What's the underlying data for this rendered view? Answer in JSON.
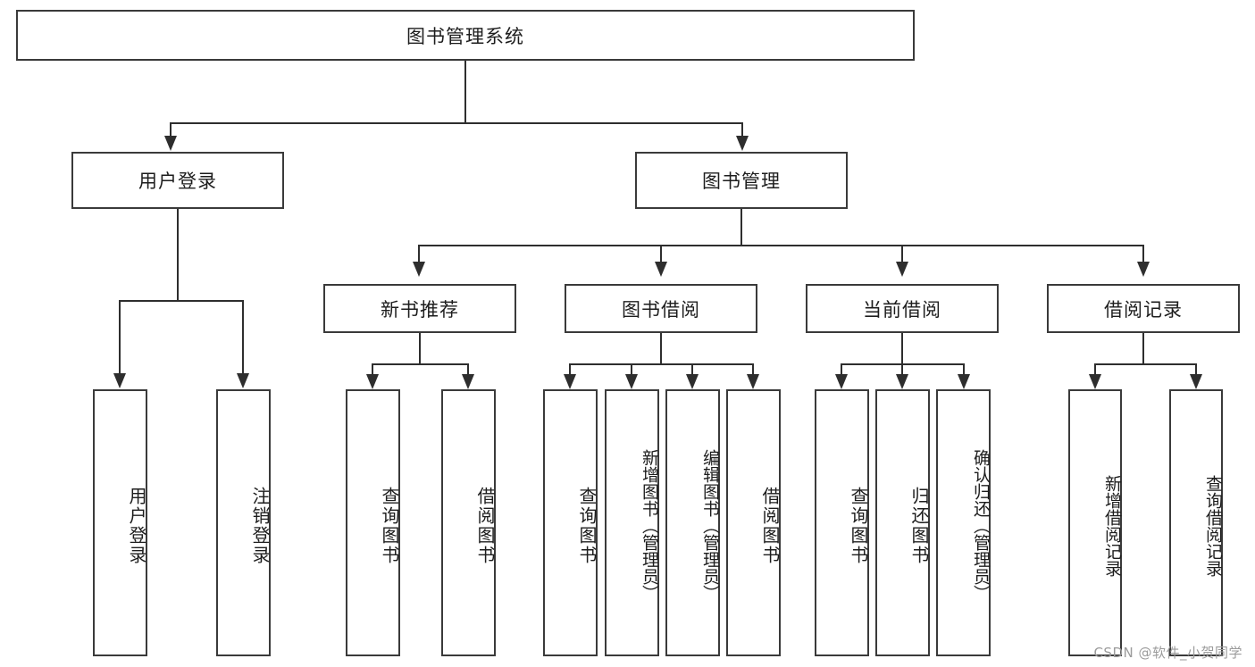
{
  "diagram": {
    "title": "图书管理系统",
    "type": "tree-hierarchy-diagram",
    "root": {
      "label": "图书管理系统"
    },
    "level2": [
      {
        "label": "用户登录"
      },
      {
        "label": "图书管理"
      }
    ],
    "level3": [
      {
        "label": "新书推荐"
      },
      {
        "label": "图书借阅"
      },
      {
        "label": "当前借阅"
      },
      {
        "label": "借阅记录"
      }
    ],
    "leaves": {
      "user_login": [
        {
          "label": "用户登录"
        },
        {
          "label": "注销登录"
        }
      ],
      "new_book_recommend": [
        {
          "label": "查询图书"
        },
        {
          "label": "借阅图书"
        }
      ],
      "book_borrow": [
        {
          "label": "查询图书"
        },
        {
          "label": "新增图书（管理员）"
        },
        {
          "label": "编辑图书（管理员）"
        },
        {
          "label": "借阅图书"
        }
      ],
      "current_borrow": [
        {
          "label": "查询图书"
        },
        {
          "label": "归还图书"
        },
        {
          "label": "确认归还（管理员）"
        }
      ],
      "borrow_record": [
        {
          "label": "新增借阅记录"
        },
        {
          "label": "查询借阅记录"
        }
      ]
    }
  },
  "watermark": {
    "text": "CSDN @软件_小贺同学"
  },
  "colors": {
    "box_border": "#3a3a3a",
    "line": "#2e2e2e",
    "text": "#1d1d1d",
    "background": "#ffffff",
    "watermark": "#9b9b9b"
  }
}
